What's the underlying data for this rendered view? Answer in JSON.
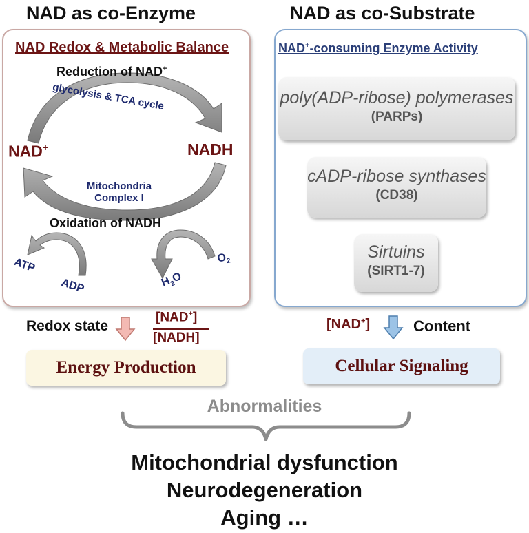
{
  "left": {
    "title": "NAD as co-Enzyme",
    "panel_title": "NAD Redox & Metabolic Balance",
    "reduction": {
      "text": "Reduction of NAD",
      "sup": "+"
    },
    "glycolysis_label": "glycolysis  &  TCA cycle",
    "nad_plus": {
      "text": "NAD",
      "sup": "+"
    },
    "nadh": "NADH",
    "mito_line1": "Mitochondria",
    "mito_line2": "Complex I",
    "oxidation": "Oxidation of NADH",
    "atp": "ATP",
    "adp": "ADP",
    "h2o": {
      "h": "H",
      "sub": "2",
      "o": "O"
    },
    "o2": {
      "text": "O",
      "sub": "2"
    },
    "redox_state": "Redox state",
    "ratio_num": {
      "text": "[NAD",
      "sup": "+",
      "close": "]"
    },
    "ratio_den": "[NADH]",
    "result": "Energy Production"
  },
  "right": {
    "title": "NAD as co-Substrate",
    "panel_title": {
      "prefix": "NAD",
      "sup": "+",
      "rest": "-consuming Enzyme Activity"
    },
    "enzymes": [
      {
        "name": "poly(ADP-ribose) polymerases",
        "abbr": "(PARPs)"
      },
      {
        "name": "cADP-ribose synthases",
        "abbr": "(CD38)"
      },
      {
        "name": "Sirtuins",
        "abbr": "(SIRT1-7)"
      }
    ],
    "nad_content": {
      "text": "[NAD",
      "sup": "+",
      "close": "]"
    },
    "content_label": "Content",
    "result": "Cellular Signaling"
  },
  "abnormalities": "Abnormalities",
  "outcomes": [
    "Mitochondrial dysfunction",
    "Neurodegeneration",
    "Aging …"
  ],
  "colors": {
    "left_border": "#c9a8a4",
    "right_border": "#86a8cf",
    "maroon": "#6b1414",
    "navy": "#1e2a6e",
    "arrow_gray": "#8c8c8c",
    "down_arrow_pink": "#f3b9b3",
    "down_arrow_blue": "#9cc3e6",
    "energy_box_bg": "#fbf6e2",
    "signaling_box_bg": "#e3eef8"
  }
}
